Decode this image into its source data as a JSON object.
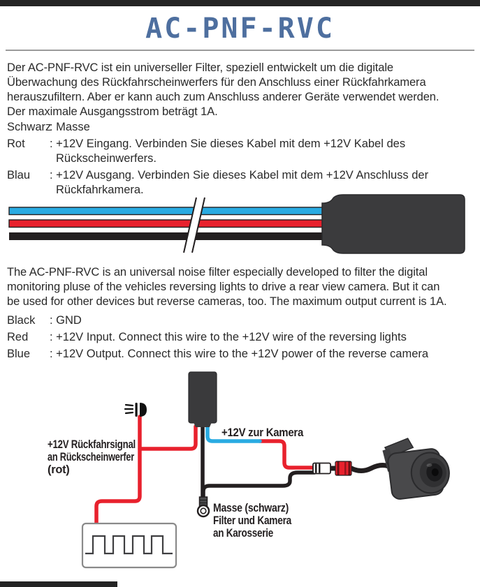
{
  "page": {
    "title": "AC-PNF-RVC"
  },
  "intro_de": {
    "lines": [
      "Der AC-PNF-RVC ist ein universeller Filter, speziell entwickelt um die digitale",
      "Überwachung des Rückfahrscheinwerfers für den Anschluss einer Rückfahrkamera",
      "herauszufiltern. Aber er kann auch zum Anschluss anderer Geräte verwendet werden.",
      "Der maximale Ausgangsstrom beträgt 1A."
    ]
  },
  "legend_de": {
    "rows": [
      {
        "term": "Schwarz",
        "lines": [
          ": Masse"
        ]
      },
      {
        "term": "Rot",
        "lines": [
          ": +12V Eingang. Verbinden Sie dieses Kabel mit dem +12V Kabel des",
          "Rückscheinwerfers."
        ]
      },
      {
        "term": "Blau",
        "lines": [
          ": +12V Ausgang. Verbinden Sie dieses Kabel mit dem +12V Anschluss der",
          "Rückfahrkamera."
        ]
      }
    ]
  },
  "intro_en": {
    "lines": [
      "The AC-PNF-RVC is an universal noise filter especially developed to filter the digital",
      "monitoring pluse of the vehicles reversing lights to drive a rear view camera. But it can",
      "be used for other devices but reverse cameras, too. The maximum output current is 1A."
    ]
  },
  "legend_en": {
    "rows": [
      {
        "term": "Black",
        "lines": [
          ": GND"
        ]
      },
      {
        "term": "Red",
        "lines": [
          ": +12V Input. Connect this wire to the +12V wire of the reversing lights"
        ]
      },
      {
        "term": "Blue",
        "lines": [
          ": +12V Output. Connect this wire to the +12V power of the reverse camera"
        ]
      }
    ]
  },
  "wire_band": {
    "wires": [
      {
        "name": "blue",
        "color": "#29abe2"
      },
      {
        "name": "red",
        "color": "#e8212d"
      },
      {
        "name": "black",
        "color": "#231f20"
      }
    ],
    "box_color": "#3b3b3d"
  },
  "diagram": {
    "labels": {
      "signal_line1": "+12V Rückfahrsignal",
      "signal_line2": "an Rückscheinwerfer",
      "signal_line3": "(rot)",
      "to_camera": "+12V zur Kamera",
      "ground_line1": "Masse (schwarz)",
      "ground_line2": "Filter und Kamera",
      "ground_line3": "an Karosserie"
    },
    "colors": {
      "red": "#e8212d",
      "blue": "#29abe2",
      "black": "#231f20",
      "rot_text": "#e8212d"
    }
  }
}
